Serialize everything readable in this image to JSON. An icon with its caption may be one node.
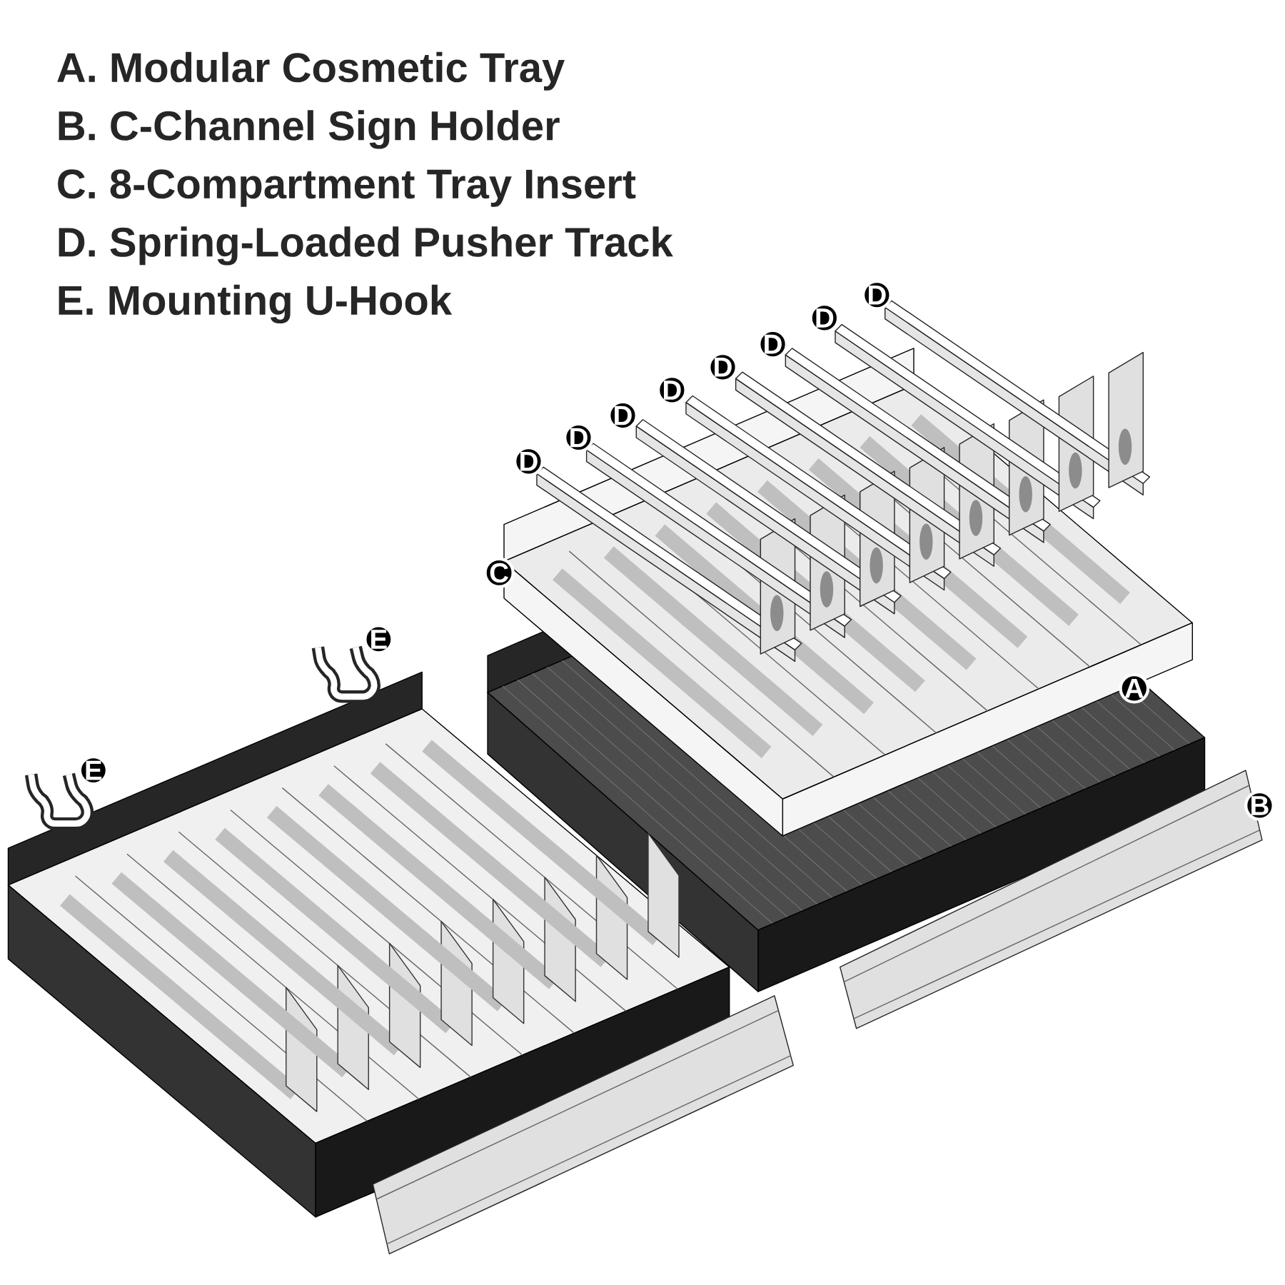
{
  "diagram": {
    "labels": [
      "A. Modular Cosmetic Tray",
      "B. C-Channel Sign Holder",
      "C. 8-Compartment Tray Insert",
      "D. Spring-Loaded Pusher Track",
      "E. Mounting U-Hook",
      "D",
      "D",
      "D",
      "D",
      "D",
      "D",
      "D",
      "D",
      "C",
      "E",
      "A",
      "E",
      "B"
    ]
  }
}
